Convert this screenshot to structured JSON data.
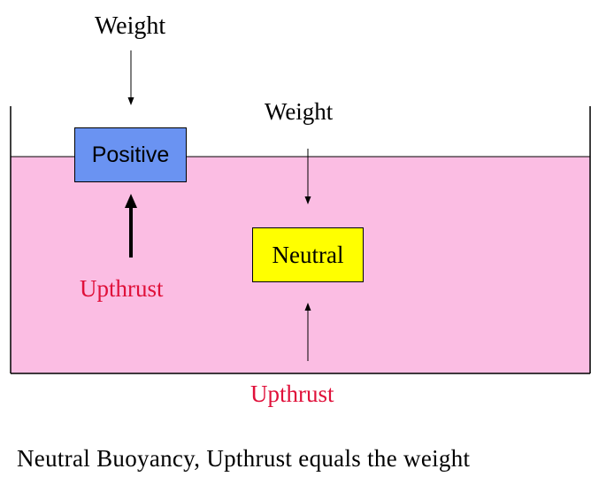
{
  "diagram": {
    "labels": {
      "weight_left": "Weight",
      "weight_right": "Weight",
      "upthrust_left": "Upthrust",
      "upthrust_right": "Upthrust"
    },
    "boxes": {
      "positive": "Positive",
      "neutral": "Neutral"
    },
    "caption": "Neutral Buoyancy, Upthrust equals the weight"
  },
  "colors": {
    "water": "#fbbde3",
    "positive_box": "#6a93f2",
    "neutral_box": "#ffff00",
    "upthrust_text": "#e0103a",
    "text": "#000000"
  }
}
